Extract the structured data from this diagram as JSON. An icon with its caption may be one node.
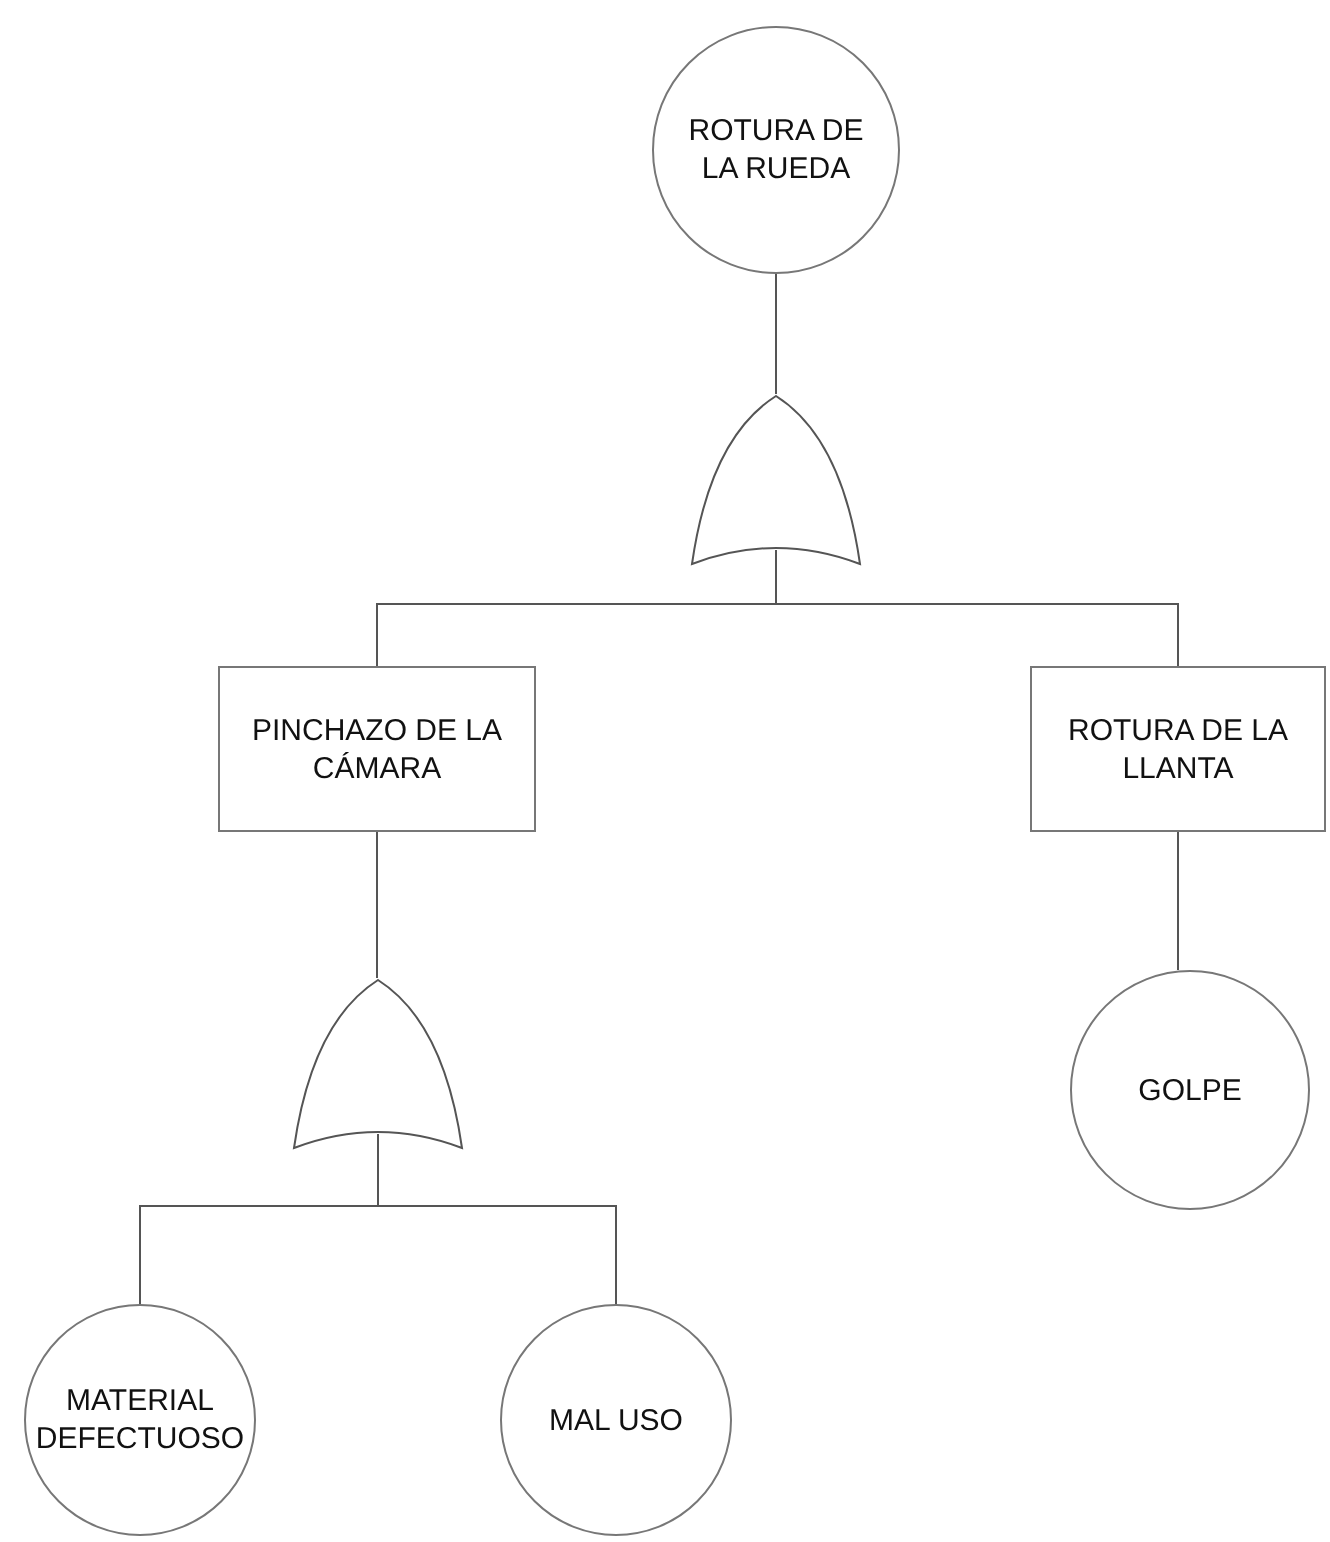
{
  "diagram": {
    "nodes": [
      {
        "text": [
          "ROTURA DE LA RUEDA"
        ]
      },
      {
        "text": [],
        "shape": "gate"
      },
      {
        "text": [
          "PINCHAZO DE LA CÁMARA"
        ]
      },
      {
        "text": [
          "ROTURA DE LA LLANTA"
        ]
      },
      {
        "text": [
          "GOLPE"
        ]
      },
      {
        "text": [],
        "shape": "gate"
      },
      {
        "text": [
          "MATERIAL DEFECTUOSO"
        ]
      },
      {
        "text": [
          "MAL USO"
        ]
      }
    ],
    "edges": [
      {
        "from": 0,
        "to": 1,
        "arrow": "none"
      },
      {
        "from": 1,
        "to": 2,
        "arrow": "none"
      },
      {
        "from": 1,
        "to": 3,
        "arrow": "none"
      },
      {
        "from": 3,
        "to": 4,
        "arrow": "none"
      },
      {
        "from": 2,
        "to": 5,
        "arrow": "none"
      },
      {
        "from": 5,
        "to": 6,
        "arrow": "none"
      },
      {
        "from": 5,
        "to": 7,
        "arrow": "none"
      }
    ]
  }
}
